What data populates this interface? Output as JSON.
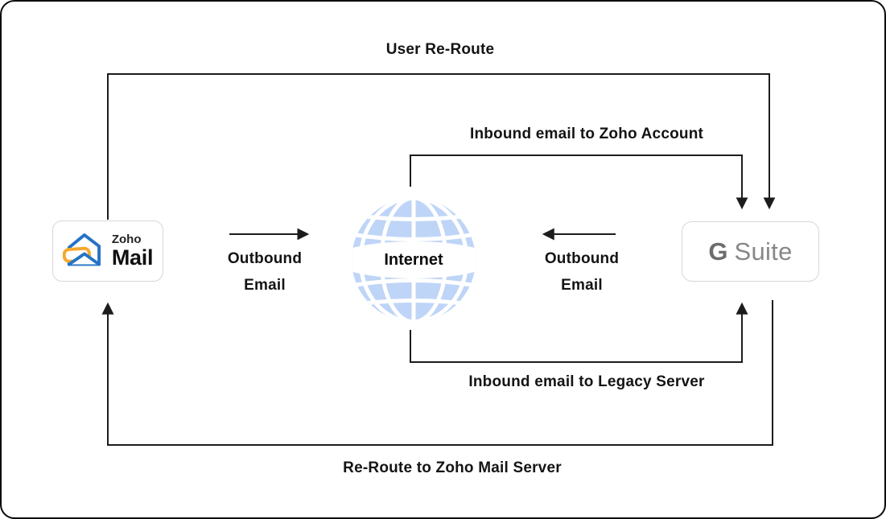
{
  "labels": {
    "user_reroute": "User Re-Route",
    "inbound_zoho": "Inbound email to Zoho Account",
    "inbound_legacy": "Inbound email to Legacy Server",
    "reroute_bottom": "Re-Route to Zoho Mail Server",
    "outbound_left": {
      "line1": "Outbound",
      "line2": "Email"
    },
    "outbound_right": {
      "line1": "Outbound",
      "line2": "Email"
    }
  },
  "nodes": {
    "zoho_mail": {
      "name": "Zoho Mail",
      "line1": "Zoho",
      "line2": "Mail",
      "icon": "zoho-mail-envelope-icon",
      "colors": {
        "envelope_blue": "#2673C6",
        "letter_yellow": "#F5A82C"
      }
    },
    "internet": {
      "label": "Internet",
      "icon": "internet-globe-icon",
      "colors": {
        "globe_blue": "#BFD5F7"
      }
    },
    "gsuite": {
      "name": "G Suite",
      "g": "G",
      "suite": "Suite",
      "colors": {
        "g_gray": "#6d6d6d",
        "suite_gray": "#878787"
      }
    }
  },
  "connectors": {
    "color": "#1c1c1c",
    "flows": [
      {
        "label": "User Re-Route",
        "from": "Zoho Mail",
        "to": "G Suite"
      },
      {
        "label": "Inbound email to Zoho Account",
        "from": "Internet",
        "to": "G Suite"
      },
      {
        "label": "Outbound Email",
        "from": "Zoho Mail",
        "to": "Internet"
      },
      {
        "label": "Outbound Email",
        "from": "G Suite",
        "to": "Internet"
      },
      {
        "label": "Inbound email to Legacy Server",
        "from": "Internet",
        "to": "G Suite"
      },
      {
        "label": "Re-Route to Zoho Mail Server",
        "from": "G Suite",
        "to": "Zoho Mail"
      }
    ]
  }
}
